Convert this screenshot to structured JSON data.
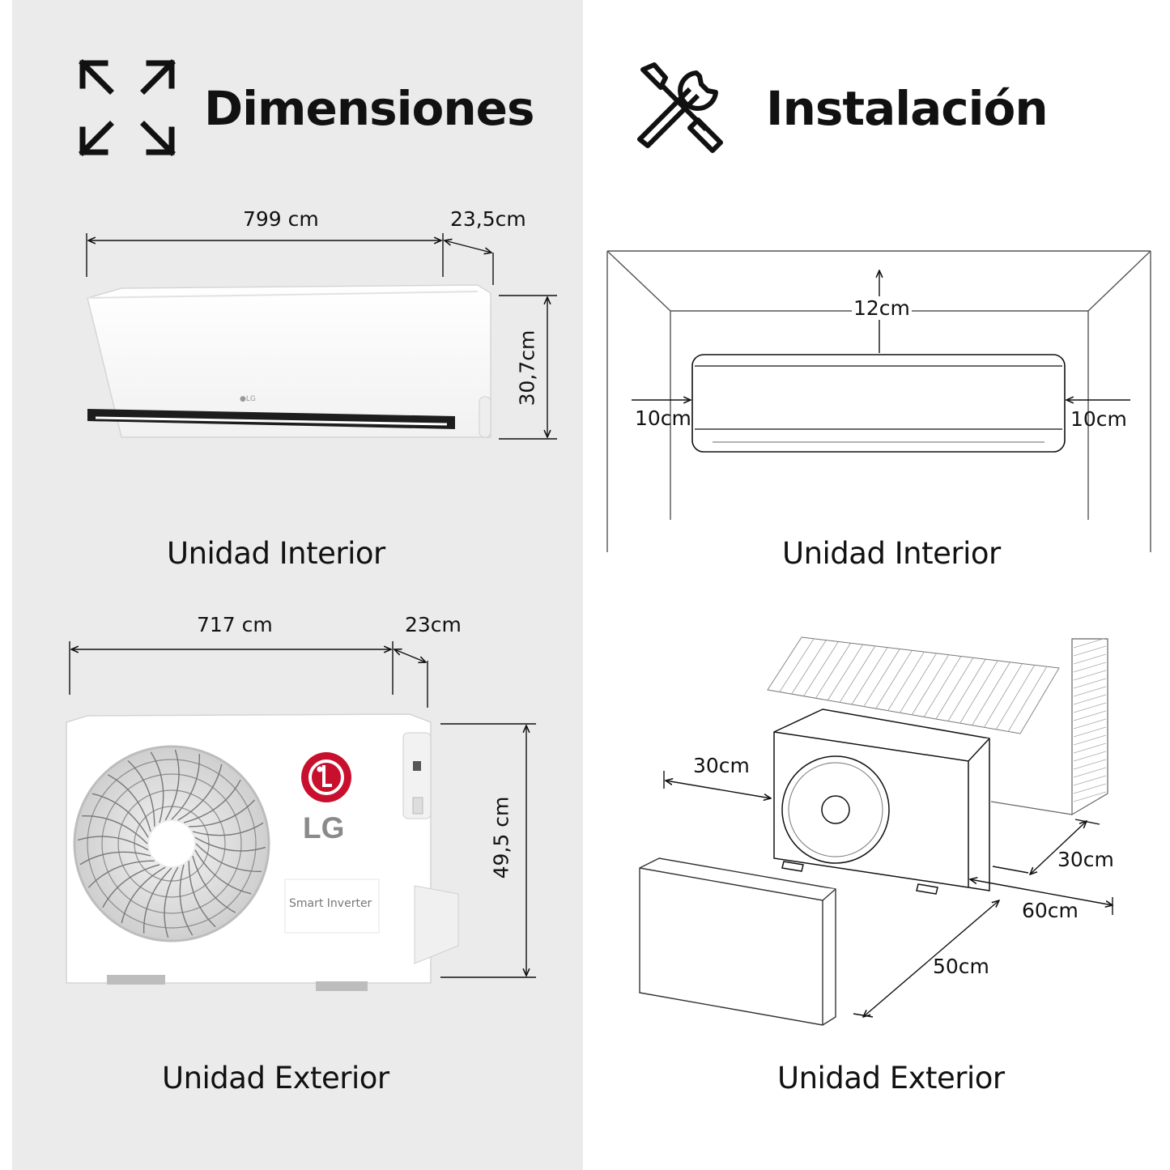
{
  "dimensions": {
    "title": "Dimensiones",
    "icon": "expand-arrows-icon",
    "indoor": {
      "width_label": "799 cm",
      "depth_label": "23,5cm",
      "height_label": "30,7cm",
      "brand": "LG",
      "caption": "Unidad Interior"
    },
    "outdoor": {
      "width_label": "717 cm",
      "depth_label": "23cm",
      "height_label": "49,5 cm",
      "brand": "LG",
      "badge": "Smart Inverter",
      "caption": "Unidad Exterior"
    }
  },
  "installation": {
    "title": "Instalación",
    "icon": "tools-icon",
    "indoor": {
      "top_label": "12cm",
      "left_label": "10cm",
      "right_label": "10cm",
      "caption": "Unidad Interior"
    },
    "outdoor": {
      "front_label": "30cm",
      "back_label": "30cm",
      "side_label": "60cm",
      "front_clear_label": "50cm",
      "caption": "Unidad Exterior"
    }
  },
  "colors": {
    "left_panel": "#ebebeb",
    "right_panel": "#ffffff",
    "lg_red": "#c8102e",
    "line": "#111111"
  }
}
